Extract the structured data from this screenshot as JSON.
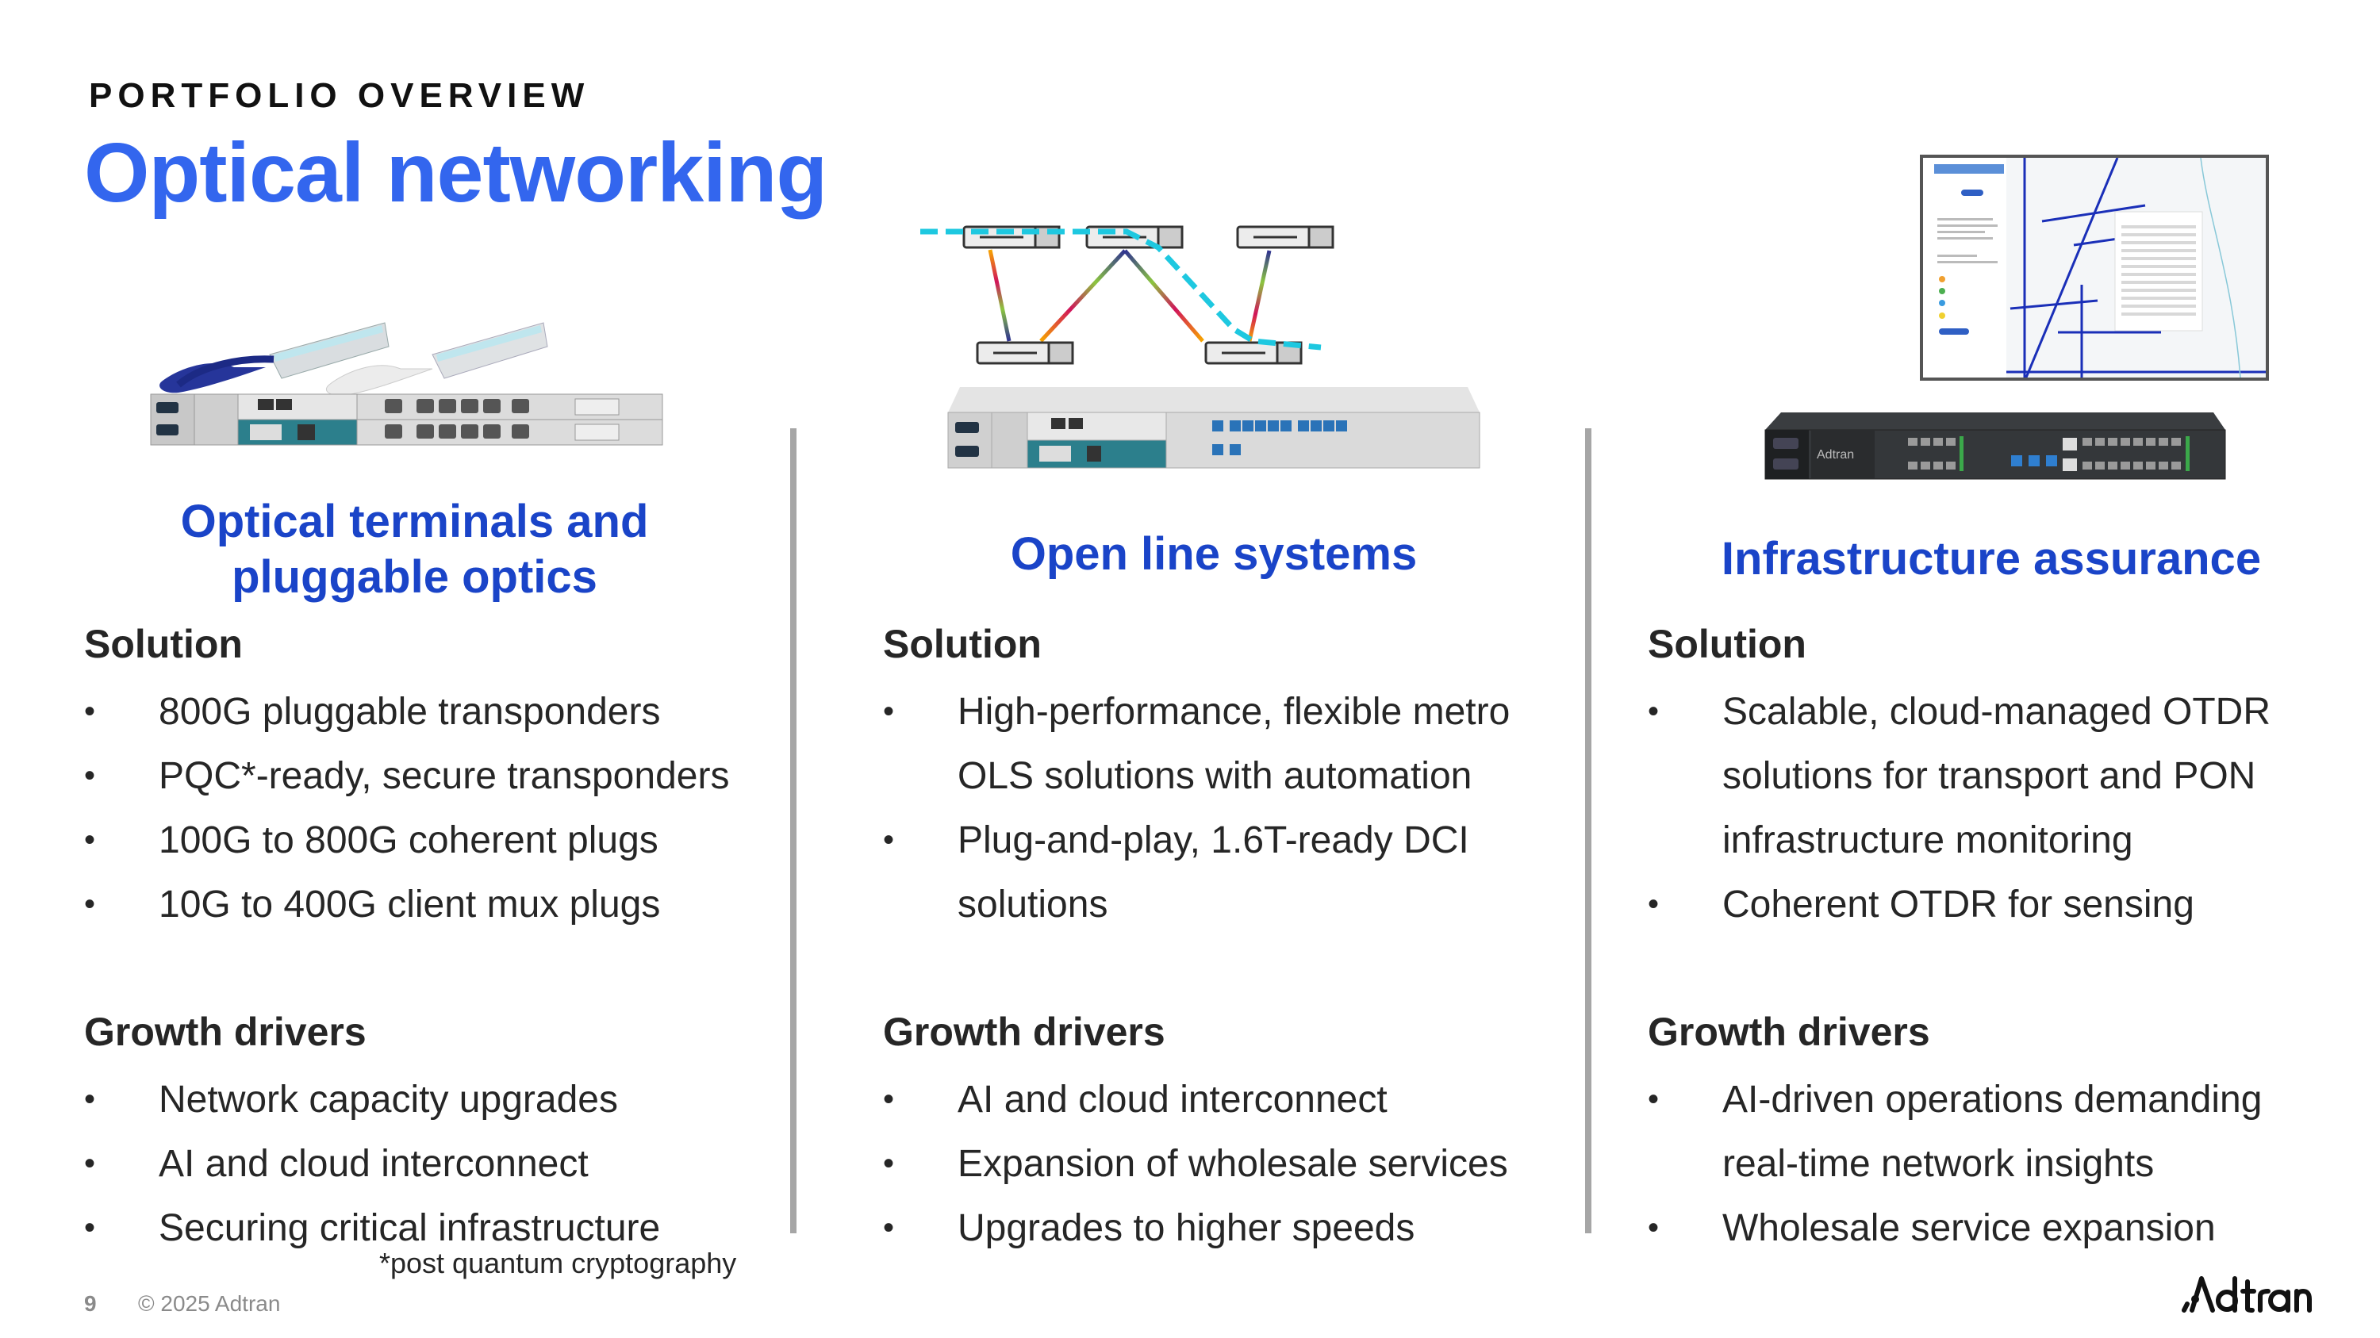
{
  "header": {
    "eyebrow": "PORTFOLIO OVERVIEW",
    "title": "Optical networking"
  },
  "colors": {
    "title_blue": "#3366ee",
    "heading_blue": "#1a44c8",
    "text": "#262626",
    "divider": "#a6a6a6",
    "cyan_path": "#1ec8e0"
  },
  "columns": [
    {
      "heading_lines": [
        "Optical terminals and",
        "pluggable optics"
      ],
      "image": "pluggable-optics-and-terminal-chassis",
      "solution_label": "Solution",
      "solution_lines": [
        {
          "bullet": true,
          "text": "800G pluggable transponders"
        },
        {
          "bullet": true,
          "text": "PQC*-ready, secure transponders"
        },
        {
          "bullet": true,
          "text": "100G to 800G coherent plugs"
        },
        {
          "bullet": true,
          "text": "10G to 400G client mux plugs"
        }
      ],
      "growth_label": "Growth drivers",
      "growth_lines": [
        {
          "bullet": true,
          "text": "Network capacity upgrades"
        },
        {
          "bullet": true,
          "text": "AI and cloud interconnect"
        },
        {
          "bullet": true,
          "text": "Securing critical infrastructure"
        }
      ]
    },
    {
      "heading_lines": [
        "Open line systems"
      ],
      "image": "network-topology-diagram-and-ols-chassis",
      "solution_label": "Solution",
      "solution_lines": [
        {
          "bullet": true,
          "text": "High-performance, flexible metro"
        },
        {
          "bullet": false,
          "text": "OLS solutions with automation"
        },
        {
          "bullet": true,
          "text": "Plug-and-play, 1.6T-ready DCI"
        },
        {
          "bullet": false,
          "text": "solutions"
        }
      ],
      "growth_label": "Growth drivers",
      "growth_lines": [
        {
          "bullet": true,
          "text": "AI and cloud interconnect"
        },
        {
          "bullet": true,
          "text": "Expansion of wholesale services"
        },
        {
          "bullet": true,
          "text": "Upgrades to higher speeds"
        }
      ]
    },
    {
      "heading_lines": [
        "Infrastructure assurance"
      ],
      "image": "monitoring-map-screenshot-and-otdr-chassis",
      "solution_label": "Solution",
      "solution_lines": [
        {
          "bullet": true,
          "text": "Scalable, cloud-managed OTDR"
        },
        {
          "bullet": false,
          "text": "solutions for transport and PON"
        },
        {
          "bullet": false,
          "text": "infrastructure monitoring"
        },
        {
          "bullet": true,
          "text": "Coherent OTDR for sensing"
        }
      ],
      "growth_label": "Growth drivers",
      "growth_lines": [
        {
          "bullet": true,
          "text": "AI-driven operations demanding"
        },
        {
          "bullet": false,
          "text": "real-time network insights"
        },
        {
          "bullet": true,
          "text": "Wholesale service expansion"
        }
      ]
    }
  ],
  "bullet_glyph": "•",
  "footer": {
    "footnote": "*post quantum cryptography",
    "page_number": "9",
    "copyright": "© 2025 Adtran",
    "logo_text": "Adtran"
  }
}
